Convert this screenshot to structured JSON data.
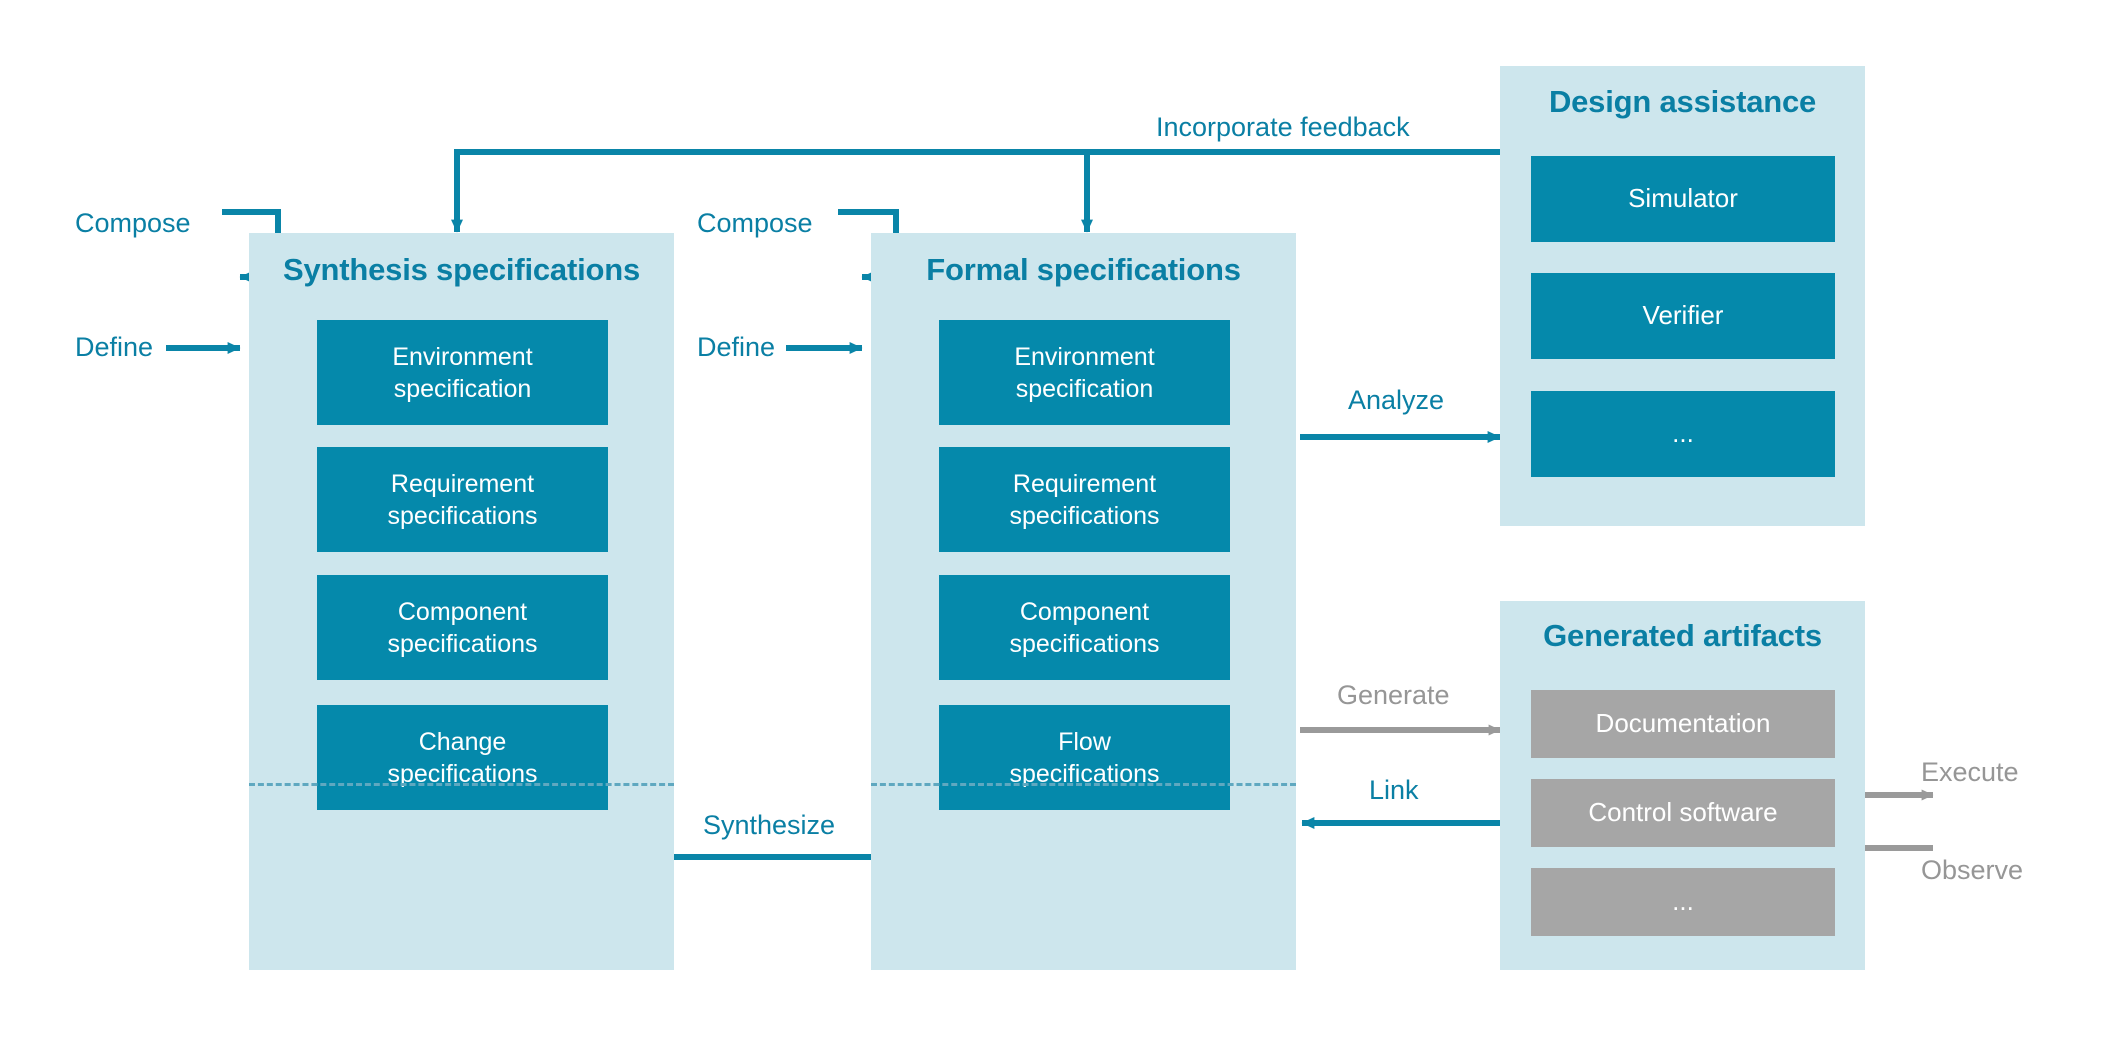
{
  "diagram": {
    "colors": {
      "accent_teal": "#0589ab",
      "title_teal": "#0a7fa4",
      "panel_light_blue": "#cde6ed",
      "artifact_gray": "#a6a6a6",
      "gray_label": "#969696",
      "dashed_divider": "#5fa8c0",
      "background": "#ffffff"
    },
    "panels": [
      {
        "id": "synthesis",
        "title": "Synthesis specifications",
        "boxes": [
          "Environment specification",
          "Requirement specifications",
          "Component specifications",
          "Change specifications"
        ],
        "box_lines": [
          [
            "Environment",
            "specification"
          ],
          [
            "Requirement",
            "specifications"
          ],
          [
            "Component",
            "specifications"
          ],
          [
            "Change",
            "specifications"
          ]
        ]
      },
      {
        "id": "formal",
        "title": "Formal specifications",
        "boxes": [
          "Environment specification",
          "Requirement specifications",
          "Component specifications",
          "Flow specifications"
        ],
        "box_lines": [
          [
            "Environment",
            "specification"
          ],
          [
            "Requirement",
            "specifications"
          ],
          [
            "Component",
            "specifications"
          ],
          [
            "Flow",
            "specifications"
          ]
        ]
      },
      {
        "id": "design-assistance",
        "title": "Design assistance",
        "boxes": [
          "Simulator",
          "Verifier",
          "..."
        ],
        "box_lines": [
          [
            "Simulator"
          ],
          [
            "Verifier"
          ],
          [
            "..."
          ]
        ]
      },
      {
        "id": "generated-artifacts",
        "title": "Generated artifacts",
        "boxes": [
          "Documentation",
          "Control software",
          "..."
        ],
        "box_lines": [
          [
            "Documentation"
          ],
          [
            "Control software"
          ],
          [
            "..."
          ]
        ]
      }
    ],
    "edge_labels": {
      "compose_left": "Compose",
      "compose_middle": "Compose",
      "define_left": "Define",
      "define_middle": "Define",
      "incorporate_feedback": "Incorporate feedback",
      "analyze": "Analyze",
      "generate": "Generate",
      "link": "Link",
      "synthesize": "Synthesize",
      "execute": "Execute",
      "observe": "Observe"
    }
  }
}
